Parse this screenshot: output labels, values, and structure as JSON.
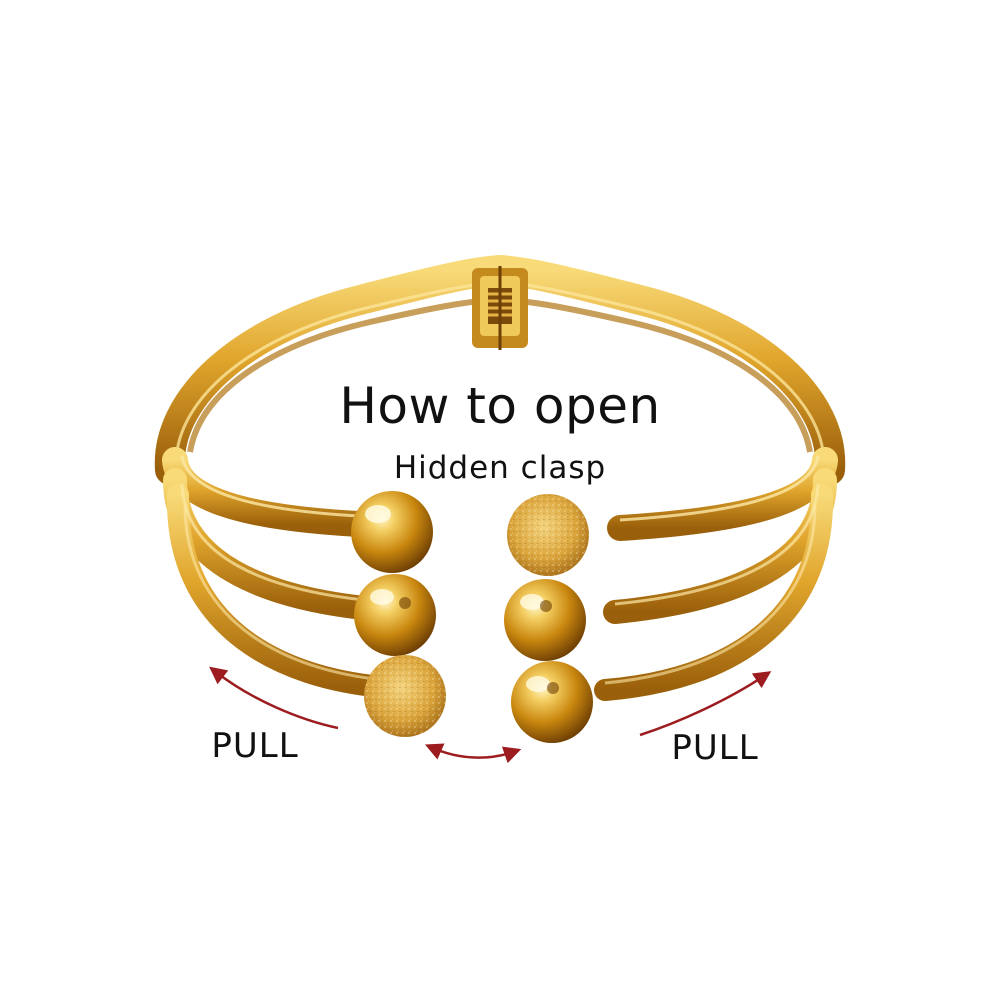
{
  "heading": {
    "title": "How to open",
    "subtitle": "Hidden clasp"
  },
  "annotations": {
    "pull_left": "PULL",
    "pull_right": "PULL"
  },
  "colors": {
    "gold_light": "#f6d36a",
    "gold_mid": "#d99a22",
    "gold_dark": "#8a5406",
    "arrow": "#9c1c20",
    "text": "#111111",
    "background": "#ffffff"
  },
  "icons": {
    "left_arrow": "curved-arrow-up-left-icon",
    "right_arrow": "curved-arrow-up-right-icon",
    "center_arrow": "double-headed-arrow-icon"
  }
}
